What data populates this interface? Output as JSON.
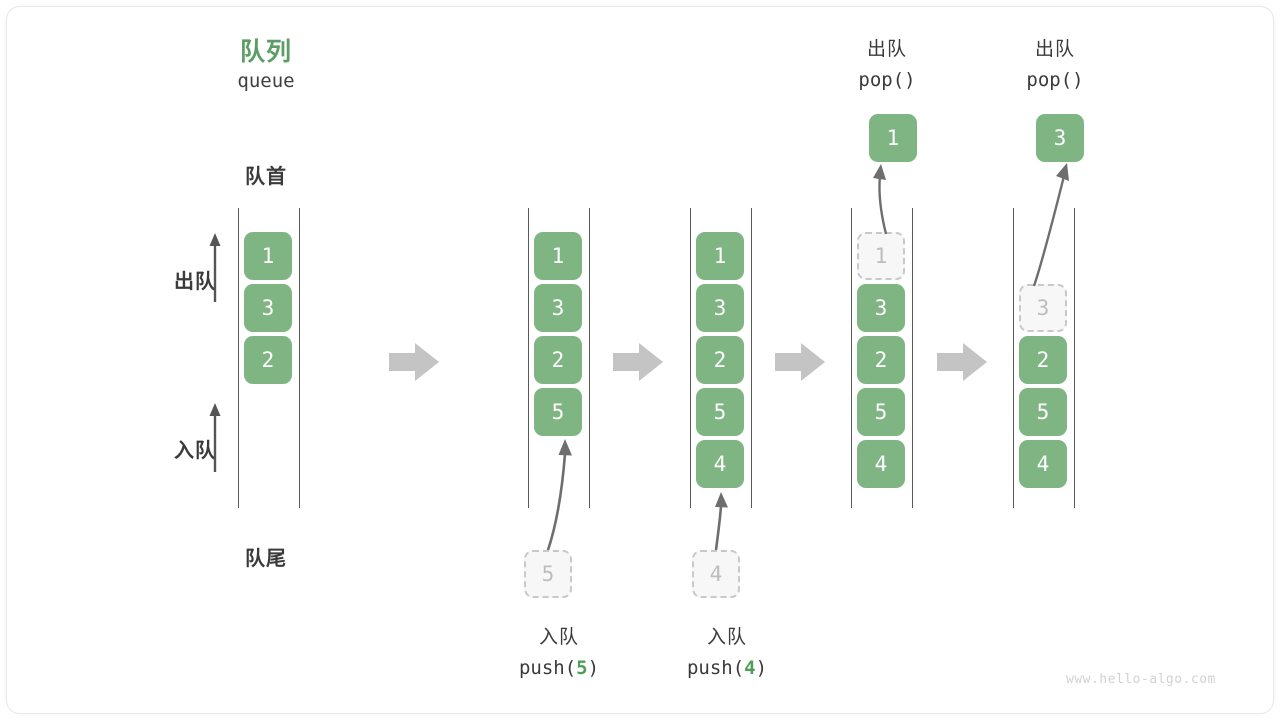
{
  "diagram": {
    "title_cn": "队列",
    "title_en": "queue",
    "head_label": "队首",
    "tail_label": "队尾",
    "dequeue_label": "出队",
    "enqueue_label": "入队",
    "watermark": "www.hello-algo.com",
    "accent_green": "#7fb583",
    "title_green": "#5a9e63",
    "ghost_gray": "#bdbdbd",
    "arrow_gray": "#c4c4c4"
  },
  "columns": [
    {
      "id": "col-initial",
      "cells": [
        {
          "value": "1",
          "state": "filled"
        },
        {
          "value": "3",
          "state": "filled"
        },
        {
          "value": "2",
          "state": "filled"
        },
        {
          "value": "",
          "state": "empty"
        },
        {
          "value": "",
          "state": "empty"
        }
      ]
    },
    {
      "id": "col-after-push-5",
      "cells": [
        {
          "value": "1",
          "state": "filled"
        },
        {
          "value": "3",
          "state": "filled"
        },
        {
          "value": "2",
          "state": "filled"
        },
        {
          "value": "5",
          "state": "filled"
        },
        {
          "value": "",
          "state": "empty"
        }
      ]
    },
    {
      "id": "col-after-push-4",
      "cells": [
        {
          "value": "1",
          "state": "filled"
        },
        {
          "value": "3",
          "state": "filled"
        },
        {
          "value": "2",
          "state": "filled"
        },
        {
          "value": "5",
          "state": "filled"
        },
        {
          "value": "4",
          "state": "filled"
        }
      ]
    },
    {
      "id": "col-after-pop-1",
      "cells": [
        {
          "value": "1",
          "state": "ghost"
        },
        {
          "value": "3",
          "state": "filled"
        },
        {
          "value": "2",
          "state": "filled"
        },
        {
          "value": "5",
          "state": "filled"
        },
        {
          "value": "4",
          "state": "filled"
        }
      ]
    },
    {
      "id": "col-after-pop-3",
      "cells": [
        {
          "value": "",
          "state": "empty"
        },
        {
          "value": "3",
          "state": "ghost"
        },
        {
          "value": "2",
          "state": "filled"
        },
        {
          "value": "5",
          "state": "filled"
        },
        {
          "value": "4",
          "state": "filled"
        }
      ]
    }
  ],
  "operations": {
    "push5": {
      "cn": "入队",
      "code_prefix": "push(",
      "code_value": "5",
      "code_suffix": ")",
      "ghost_value": "5"
    },
    "push4": {
      "cn": "入队",
      "code_prefix": "push(",
      "code_value": "4",
      "code_suffix": ")",
      "ghost_value": "4"
    },
    "pop1": {
      "cn": "出队",
      "code": "pop()",
      "result_value": "1"
    },
    "pop3": {
      "cn": "出队",
      "code": "pop()",
      "result_value": "3"
    }
  }
}
